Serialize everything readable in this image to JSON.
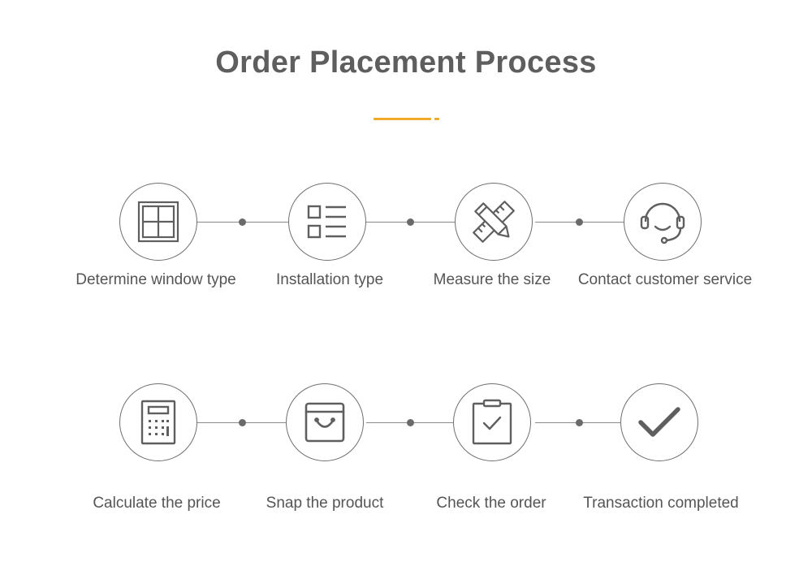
{
  "title": "Order Placement Process",
  "colors": {
    "accent": "#f0a928",
    "line": "#8a8a8a",
    "icon": "#5f5f5f"
  },
  "rows": [
    {
      "steps": [
        {
          "label": "Determine window type",
          "icon": "window-grid-icon"
        },
        {
          "label": "Installation type",
          "icon": "checklist-icon"
        },
        {
          "label": "Measure the size",
          "icon": "ruler-pencil-icon"
        },
        {
          "label": "Contact customer service",
          "icon": "headset-icon"
        }
      ]
    },
    {
      "steps": [
        {
          "label": "Calculate the price",
          "icon": "calculator-icon"
        },
        {
          "label": "Snap the product",
          "icon": "shopping-bag-icon"
        },
        {
          "label": "Check the order",
          "icon": "clipboard-check-icon"
        },
        {
          "label": "Transaction completed",
          "icon": "checkmark-icon"
        }
      ]
    }
  ]
}
